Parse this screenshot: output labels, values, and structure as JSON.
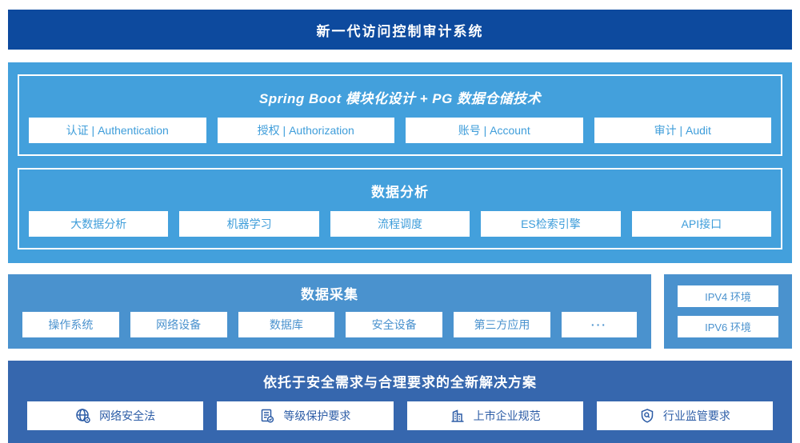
{
  "colors": {
    "banner_bg": "#0d4a9e",
    "platform_bg": "#43a0dc",
    "collection_bg": "#4a92ce",
    "solution_bg": "#3667ae",
    "card_bg": "#ffffff",
    "platform_card_text": "#3e9dda",
    "collection_card_text": "#4a92ce",
    "solution_card_text": "#2c5ca6"
  },
  "banner": {
    "title": "新一代访问控制审计系统"
  },
  "platform": {
    "title": "Spring Boot 模块化设计 + PG 数据仓储技术",
    "modules": [
      "认证 | Authentication",
      "授权 | Authorization",
      "账号 | Account",
      "审计 | Audit"
    ]
  },
  "analysis": {
    "title": "数据分析",
    "modules": [
      "大数据分析",
      "机器学习",
      "流程调度",
      "ES检索引擎",
      "API接口"
    ]
  },
  "collection": {
    "title": "数据采集",
    "sources": [
      "操作系统",
      "网络设备",
      "数据库",
      "安全设备",
      "第三方应用",
      "···"
    ]
  },
  "environments": {
    "items": [
      "IPV4 环境",
      "IPV6 环境"
    ]
  },
  "solution": {
    "title": "依托于安全需求与合理要求的全新解决方案",
    "items": [
      {
        "icon": "globe-icon",
        "label": "网络安全法"
      },
      {
        "icon": "checklist-icon",
        "label": "等级保护要求"
      },
      {
        "icon": "building-icon",
        "label": "上市企业规范"
      },
      {
        "icon": "shield-search-icon",
        "label": "行业监管要求"
      }
    ]
  }
}
